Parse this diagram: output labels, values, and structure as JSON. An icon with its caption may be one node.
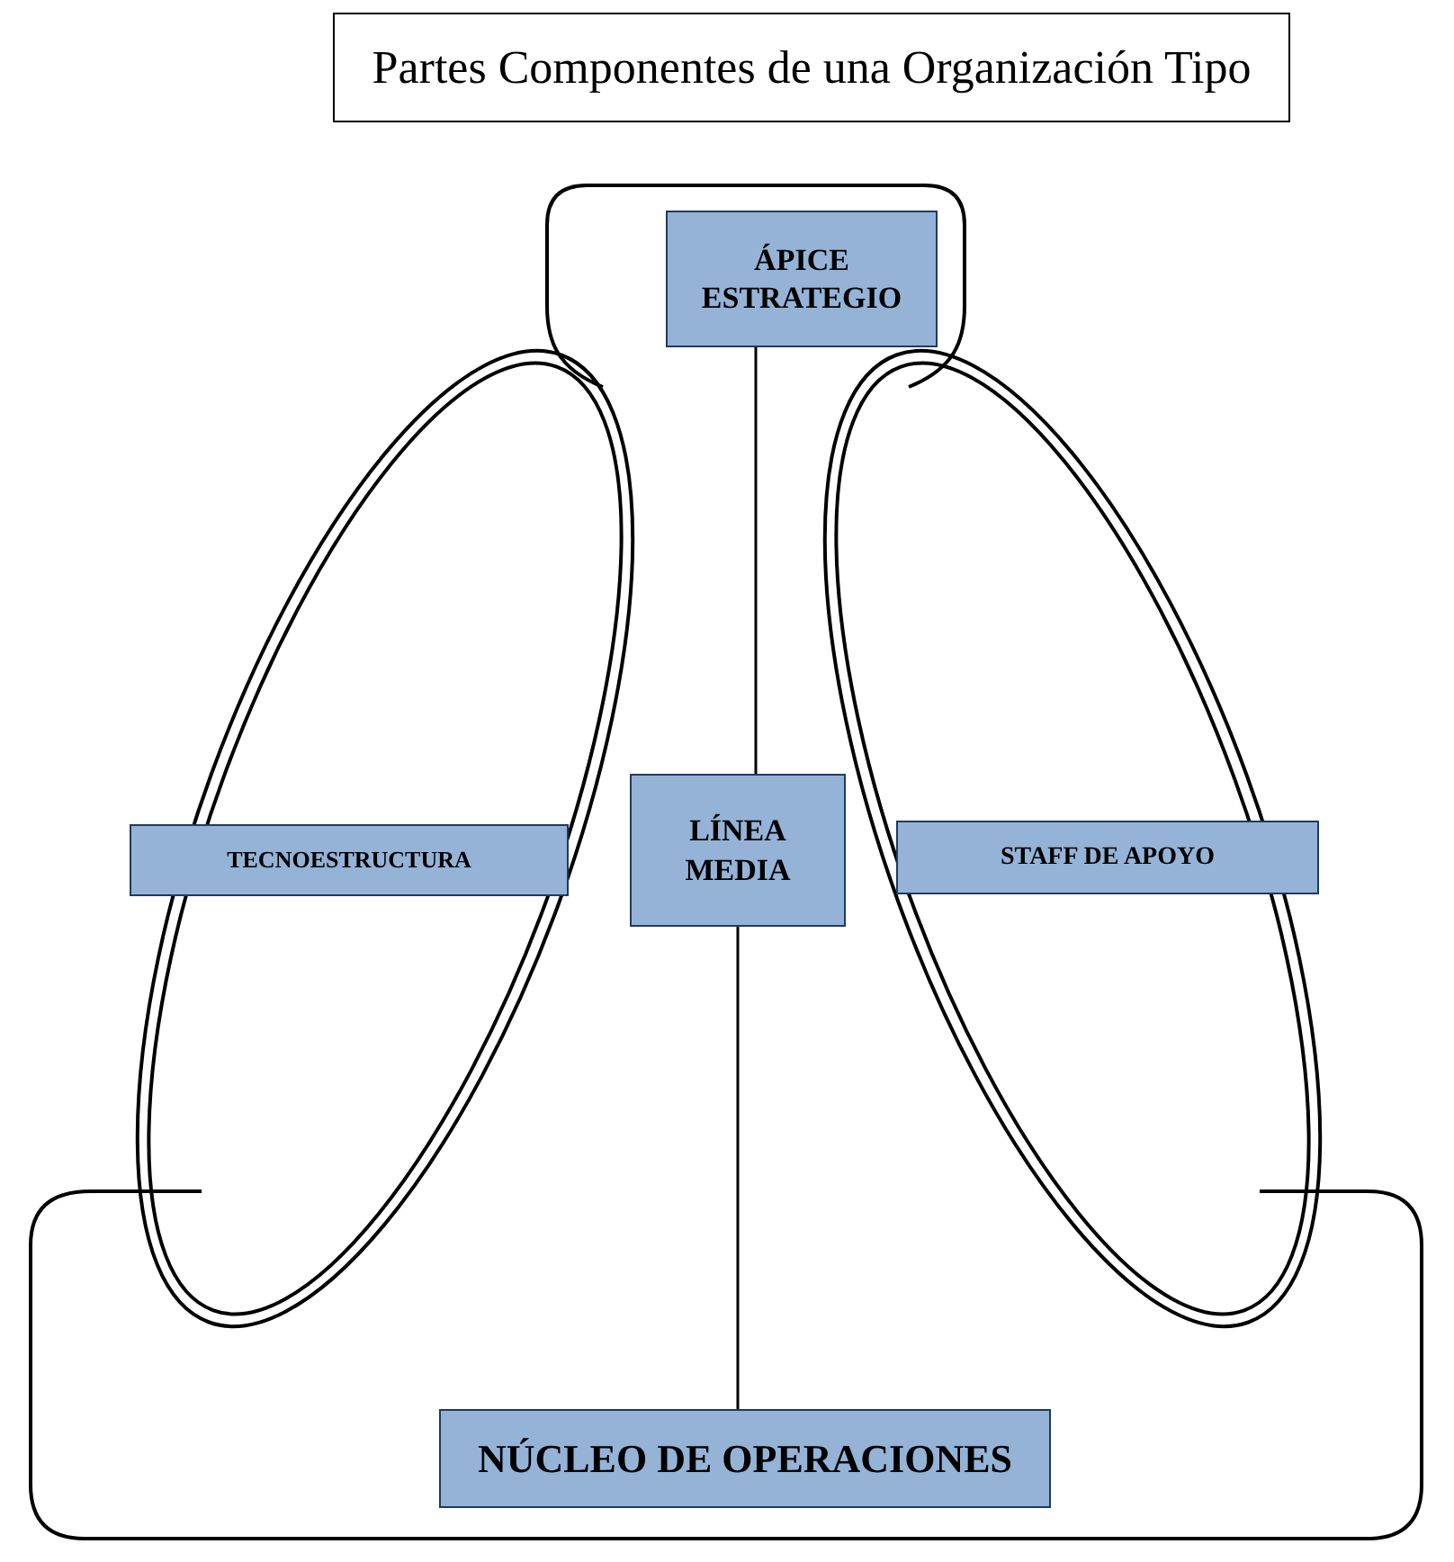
{
  "diagram": {
    "title": "Partes Componentes de una Organización Tipo",
    "nodes": [
      {
        "text": [
          "ÁPICE ESTRATEGIO"
        ]
      },
      {
        "text": [
          "TECNOESTRUCTURA"
        ]
      },
      {
        "text": [
          "LÍNEA MEDIA"
        ]
      },
      {
        "text": [
          "STAFF DE APOYO"
        ]
      },
      {
        "text": [
          "NÚCLEO DE OPERACIONES"
        ]
      }
    ],
    "edges": [
      {
        "from": 0,
        "to": 2,
        "arrow": "none"
      },
      {
        "from": 2,
        "to": 4,
        "arrow": "none"
      }
    ]
  }
}
